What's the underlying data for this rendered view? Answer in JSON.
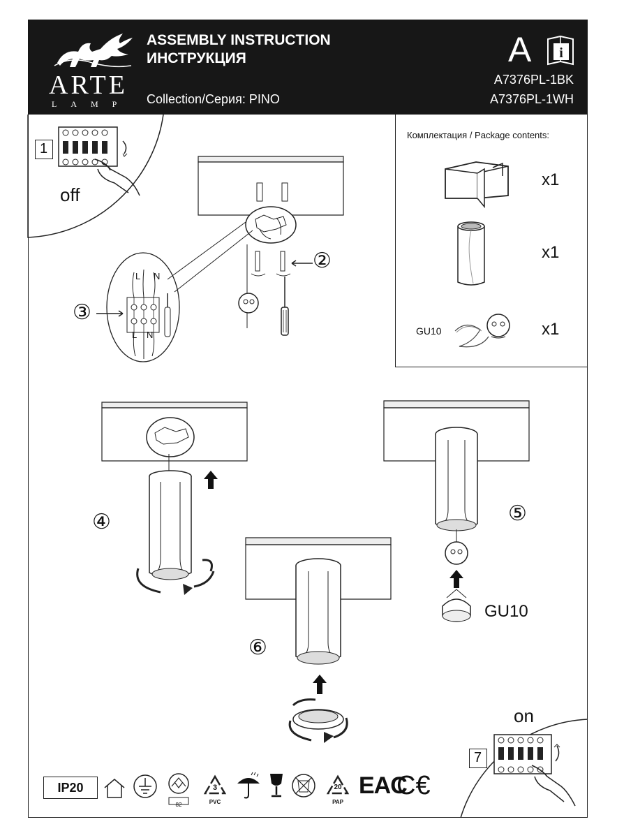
{
  "header": {
    "brand": "ARTE",
    "brand_sub": "LAMP",
    "title_en": "ASSEMBLY INSTRUCTION",
    "title_ru": "ИНСТРУКЦИЯ",
    "collection": "Collection/Серия: PINO",
    "class_letter": "A",
    "models": [
      "A7376PL-1BK",
      "A7376PL-1WH"
    ]
  },
  "package": {
    "title": "Комплектация / Package contents:",
    "items": [
      {
        "qty": "x1"
      },
      {
        "qty": "x1"
      },
      {
        "label": "GU10",
        "qty": "x1"
      }
    ]
  },
  "steps": {
    "s1": {
      "num": "1",
      "label": "off"
    },
    "s2": {
      "num": "②"
    },
    "s3": {
      "num": "③",
      "L": "L",
      "N": "N"
    },
    "s4": {
      "num": "④"
    },
    "s5": {
      "num": "⑤",
      "lamp": "GU10"
    },
    "s6": {
      "num": "⑥"
    },
    "s7": {
      "num": "7",
      "label": "on"
    }
  },
  "footer": {
    "ip": "IP20",
    "num82": "82",
    "pvc_num": "3",
    "pvc": "PVC",
    "pap_num": "20",
    "pap": "PAP",
    "eac": "EAC",
    "ce": "C€"
  }
}
